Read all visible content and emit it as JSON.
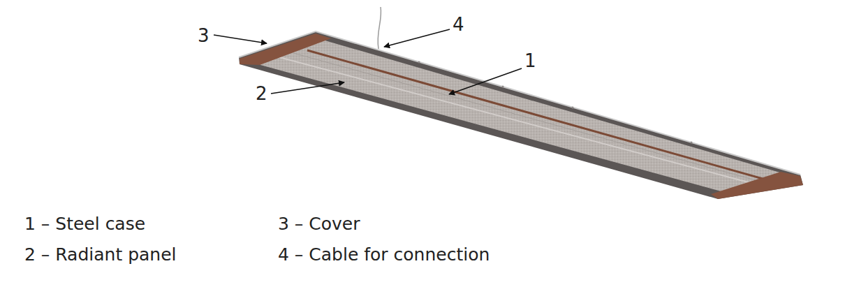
{
  "diagram": {
    "labels": [
      "3",
      "4",
      "1",
      "2",
      "1 – Steel case",
      "2 – Radiant panel",
      "3 – Cover",
      "4 – Cable for connection"
    ]
  }
}
